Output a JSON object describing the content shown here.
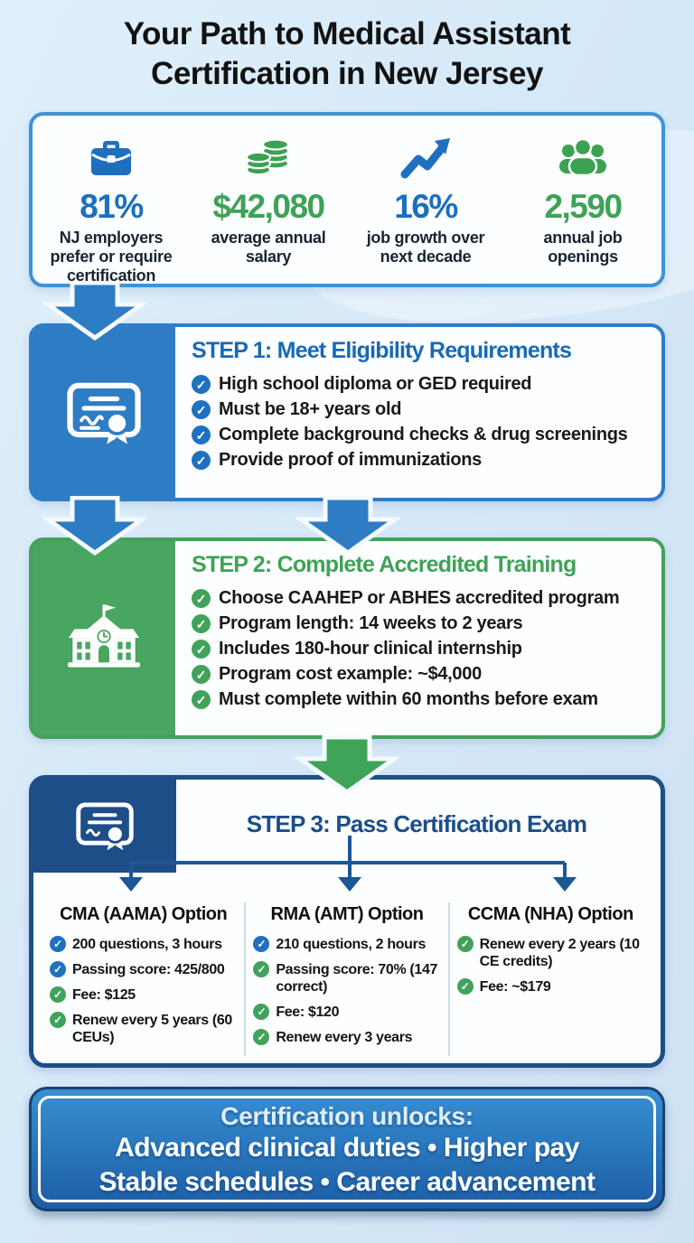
{
  "title": {
    "line1": "Your Path to Medical Assistant",
    "line2": "Certification in New Jersey"
  },
  "stats": {
    "items": [
      {
        "icon": "briefcase-icon",
        "value": "81%",
        "label": "NJ employers prefer or require certification"
      },
      {
        "icon": "coins-icon",
        "value": "$42,080",
        "label": "average annual salary"
      },
      {
        "icon": "growth-arrow-icon",
        "value": "16%",
        "label": "job growth over next decade"
      },
      {
        "icon": "people-icon",
        "value": "2,590",
        "label": "annual job openings"
      }
    ]
  },
  "steps": [
    {
      "title": "STEP 1: Meet Eligibility Requirements",
      "icon": "certificate-icon",
      "items": [
        {
          "text": "High school diploma or GED required",
          "check": "blue"
        },
        {
          "text": "Must be 18+ years old",
          "check": "blue"
        },
        {
          "text": "Complete background checks & drug screenings",
          "check": "blue"
        },
        {
          "text": "Provide proof of immunizations",
          "check": "blue"
        }
      ]
    },
    {
      "title": "STEP 2: Complete Accredited Training",
      "icon": "school-icon",
      "items": [
        {
          "text": "Choose CAAHEP or ABHES accredited program",
          "check": "green"
        },
        {
          "text": "Program length: 14 weeks to 2 years",
          "check": "green"
        },
        {
          "text": "Includes 180-hour clinical internship",
          "check": "green"
        },
        {
          "text": "Program cost example: ~$4,000",
          "check": "green"
        },
        {
          "text": "Must complete within 60 months before exam",
          "check": "green"
        }
      ]
    },
    {
      "title": "STEP 3: Pass Certification Exam",
      "icon": "certificate-icon",
      "options": [
        {
          "title": "CMA (AAMA) Option",
          "items": [
            {
              "text": "200 questions, 3 hours",
              "check": "blue"
            },
            {
              "text": "Passing score: 425/800",
              "check": "blue"
            },
            {
              "text": "Fee: $125",
              "check": "green"
            },
            {
              "text": "Renew every 5 years (60 CEUs)",
              "check": "green"
            }
          ]
        },
        {
          "title": "RMA (AMT) Option",
          "items": [
            {
              "text": "210 questions, 2 hours",
              "check": "blue"
            },
            {
              "text": "Passing score: 70% (147 correct)",
              "check": "green"
            },
            {
              "text": "Fee: $120",
              "check": "green"
            },
            {
              "text": "Renew every 3 years",
              "check": "green"
            }
          ]
        },
        {
          "title": "CCMA (NHA) Option",
          "items": [
            {
              "text": "Renew every 2 years (10 CE credits)",
              "check": "green"
            },
            {
              "text": "Fee: ~$179",
              "check": "green"
            }
          ]
        }
      ]
    }
  ],
  "footer": {
    "line1": "Certification unlocks:",
    "line2": "Advanced clinical duties • Higher pay",
    "line3": "Stable schedules • Career advancement"
  },
  "colors": {
    "stat_blue": "#1c6fbe",
    "stat_green": "#3ea257",
    "step1_accent": "#2e7cc4",
    "step2_accent": "#48a660",
    "step3_accent": "#1d4e87",
    "check_blue": "#1f70c0",
    "check_green": "#41a35b",
    "background": "#d6e9f8"
  }
}
